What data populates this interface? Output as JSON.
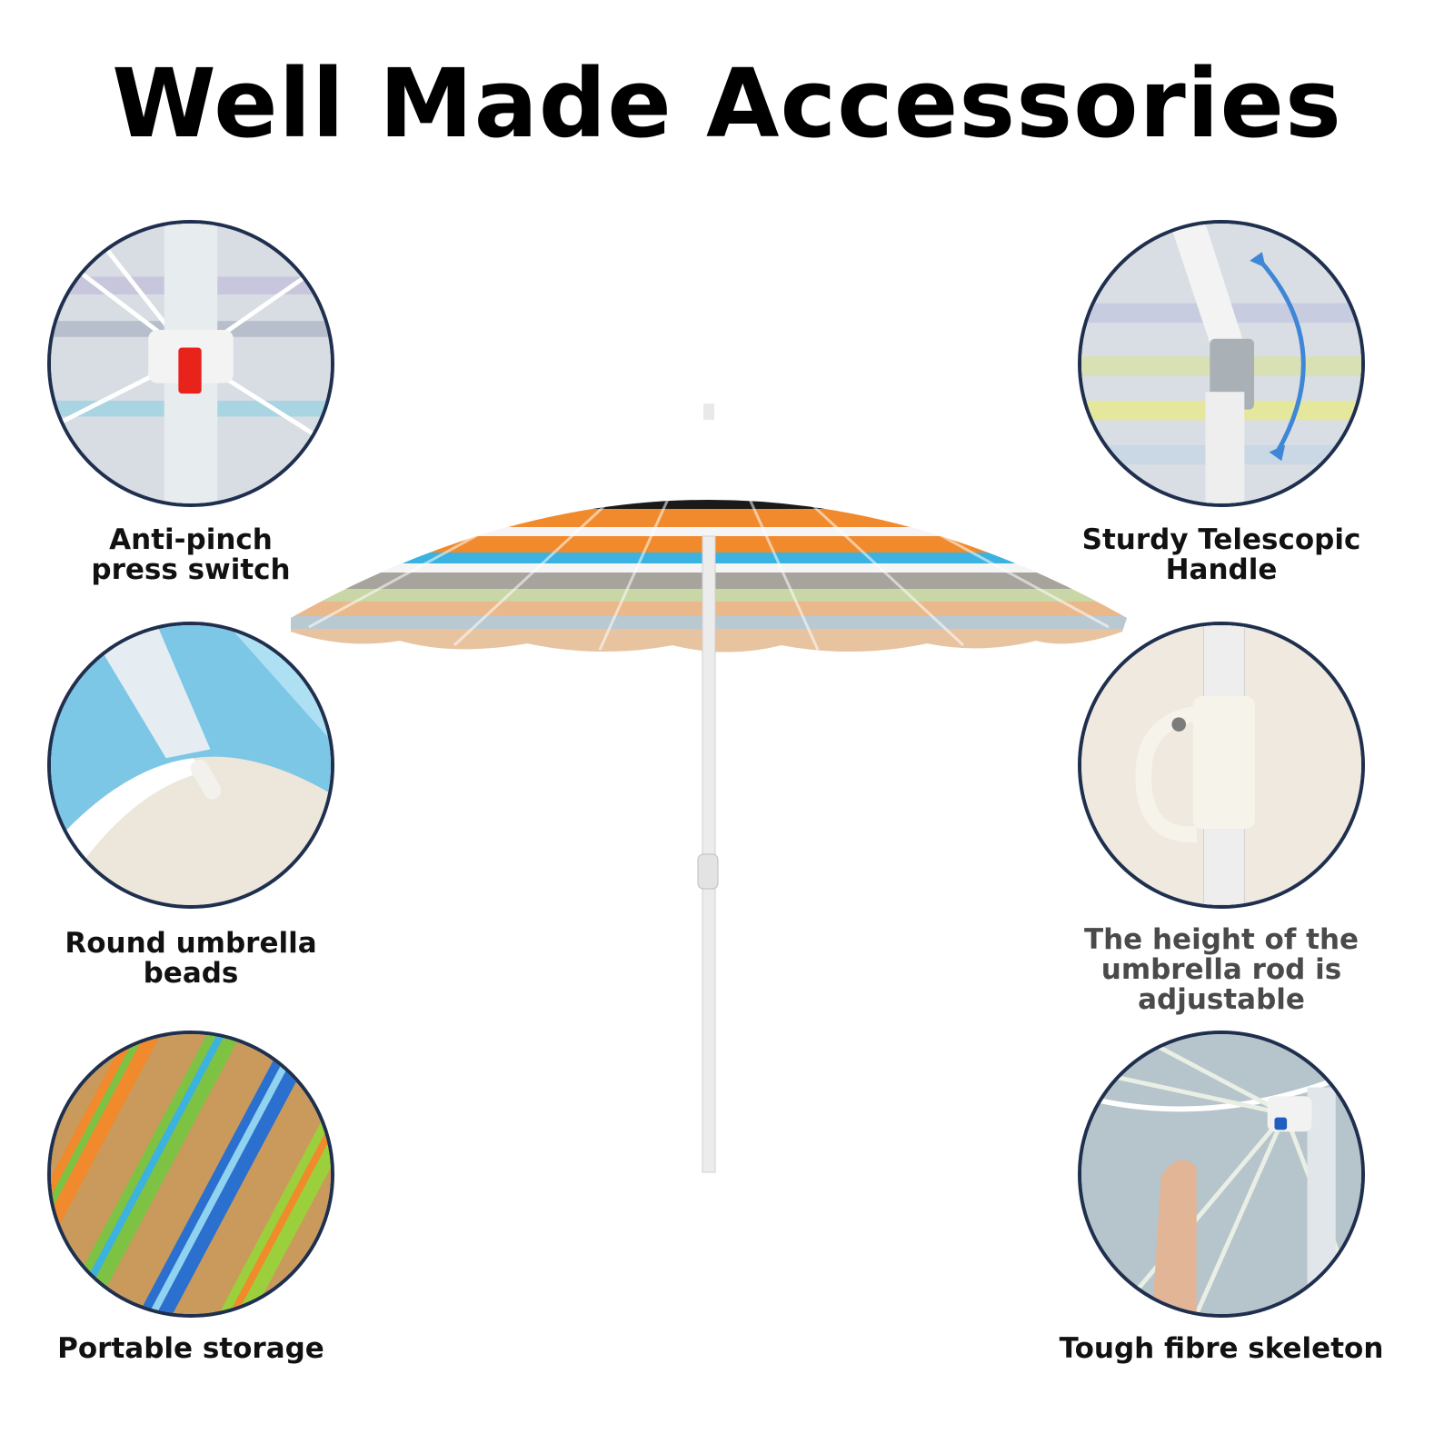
{
  "title": "Well Made Accessories",
  "features": {
    "press_switch": {
      "lines": [
        "Anti-pinch",
        "press switch"
      ]
    },
    "umbrella_beads": {
      "lines": [
        "Round umbrella beads"
      ]
    },
    "portable_storage": {
      "lines": [
        "Portable storage"
      ]
    },
    "telescopic_handle": {
      "lines": [
        "Sturdy Telescopic",
        "Handle"
      ]
    },
    "adjustable_rod": {
      "lines": [
        "The height of the",
        "umbrella rod is adjustable"
      ]
    },
    "fibre_skeleton": {
      "lines": [
        "Tough fibre skeleton"
      ]
    }
  },
  "colors": {
    "circle_border": "#1f2f4e",
    "stripe_black": "#1a1a1a",
    "stripe_green": "#7dc242",
    "stripe_orange": "#f08a2c",
    "stripe_blue": "#3bb2e0",
    "stripe_white": "#f5f5f5",
    "switch_red": "#e8231c"
  }
}
